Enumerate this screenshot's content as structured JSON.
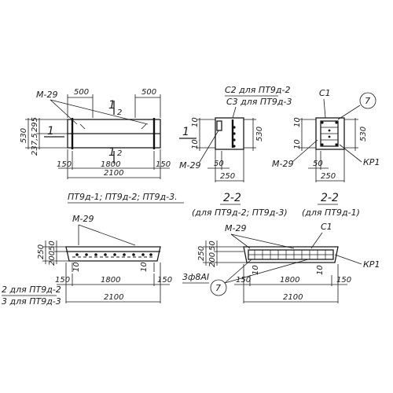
{
  "drawing": {
    "plan_view": {
      "callout_mark": "М-29",
      "dim_top_left": "500",
      "dim_top_right": "500",
      "section_mark_top": "1",
      "section_mark_bottom": "1",
      "section_tick_top": "2",
      "section_tick_bottom": "2",
      "section_mark_left": "1",
      "dim_v_total": "530",
      "dim_v_upper": "295",
      "dim_v_lower": "237,5",
      "dim_left_150": "150",
      "dim_mid": "1800",
      "dim_right_150": "150",
      "dim_total": "2100"
    },
    "title_caption": "ПТ9д-1; ПТ9д-2; ПТ9д-3.",
    "section_a": {
      "label_line1": "С2 для ПТ9д-2",
      "label_line2": "С3 для ПТ9д-3",
      "section_mark": "1",
      "dim_10_top": "10",
      "dim_10_bottom": "10",
      "dim_height": "530",
      "callout_mark": "М-29",
      "dim_50": "50",
      "dim_width": "250",
      "title": "2-2",
      "subtitle": "(для ПТ9д-2; ПТ9д-3)"
    },
    "section_b": {
      "label": "С1",
      "circle_mark": "7",
      "dim_10_top": "10",
      "dim_10_bottom": "10",
      "dim_height": "530",
      "callout_mark": "М-29",
      "dim_50": "50",
      "kr_label": "КР1",
      "dim_width": "250",
      "title": "2-2",
      "subtitle": "(для ПТ9д-1)"
    },
    "elev_left": {
      "callout_mark": "М-29",
      "dim_250": "250",
      "dim_50": "50",
      "dim_200": "200",
      "dim_10": "10",
      "dim_10_right": "10",
      "dim_left_150": "150",
      "dim_mid": "1800",
      "dim_right_150": "150",
      "dim_total": "2100",
      "note_line1": "2 для ПТ9д-2",
      "note_line2": "3 для ПТ9д-3"
    },
    "elev_right": {
      "callout_mark": "М-29",
      "label_c1": "С1",
      "dim_250": "250",
      "dim_50": "50",
      "dim_200": "200",
      "dim_10": "10",
      "dim_10_right": "10",
      "kr_label": "КР1",
      "rebar_note": "3ф8АI",
      "circle_mark": "7",
      "dim_left_150": "150",
      "dim_mid": "1800",
      "dim_right_150": "150",
      "dim_total": "2100"
    }
  }
}
